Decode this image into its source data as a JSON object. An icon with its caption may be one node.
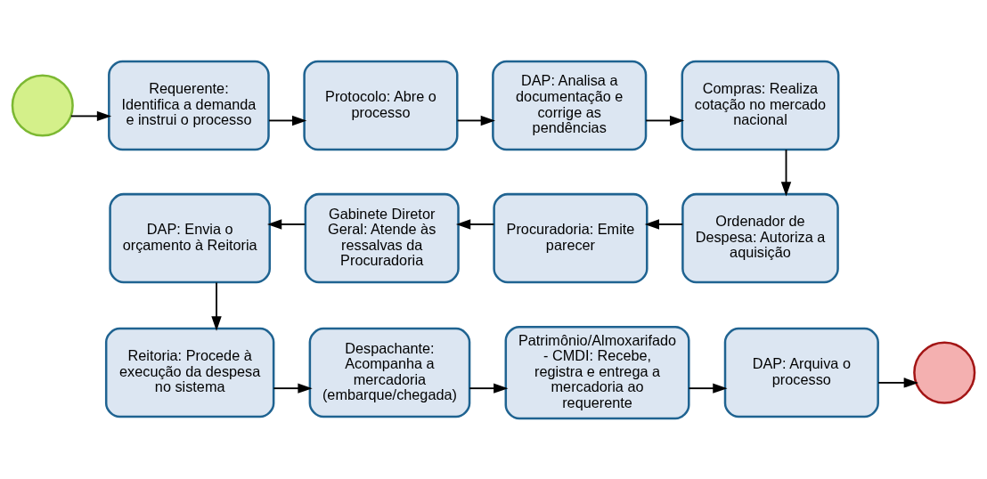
{
  "diagram": {
    "nodes": [
      {
        "text": [],
        "shape": "circle"
      },
      {
        "text": [
          "Requerente: Identifica a demanda e instrui o processo"
        ]
      },
      {
        "text": [
          "Protocolo: Abre o processo"
        ]
      },
      {
        "text": [
          "DAP: Analisa a documentação e corrige as pendências"
        ]
      },
      {
        "text": [
          "Compras: Realiza cotação no mercado nacional"
        ]
      },
      {
        "text": [
          "Ordenador de Despesa: Autoriza a aquisição"
        ]
      },
      {
        "text": [
          "Procuradoria: Emite parecer"
        ]
      },
      {
        "text": [
          "Gabinete Diretor Geral: Atende às ressalvas da Procuradoria"
        ]
      },
      {
        "text": [
          "DAP: Envia o orçamento à Reitoria"
        ]
      },
      {
        "text": [
          "Reitoria: Procede à execução da despesa no sistema"
        ]
      },
      {
        "text": [
          "Despachante: Acompanha a mercadoria (embarque/chegada)"
        ]
      },
      {
        "text": [
          "Patrimônio/Almoxarifado - CMDI: Recebe, registra e entrega a mercadoria ao requerente"
        ]
      },
      {
        "text": [
          "DAP: Arquiva o processo"
        ]
      },
      {
        "text": [],
        "shape": "circle"
      }
    ],
    "edges": [
      {
        "from": 0,
        "to": 1,
        "arrow": "to"
      },
      {
        "from": 1,
        "to": 2,
        "arrow": "to"
      },
      {
        "from": 2,
        "to": 3,
        "arrow": "to"
      },
      {
        "from": 3,
        "to": 4,
        "arrow": "to"
      },
      {
        "from": 4,
        "to": 5,
        "arrow": "to"
      },
      {
        "from": 5,
        "to": 6,
        "arrow": "to"
      },
      {
        "from": 6,
        "to": 7,
        "arrow": "to"
      },
      {
        "from": 7,
        "to": 8,
        "arrow": "to"
      },
      {
        "from": 8,
        "to": 9,
        "arrow": "to"
      },
      {
        "from": 9,
        "to": 10,
        "arrow": "to"
      },
      {
        "from": 10,
        "to": 11,
        "arrow": "to"
      },
      {
        "from": 11,
        "to": 12,
        "arrow": "to"
      },
      {
        "from": 12,
        "to": 13,
        "arrow": "to"
      }
    ]
  }
}
